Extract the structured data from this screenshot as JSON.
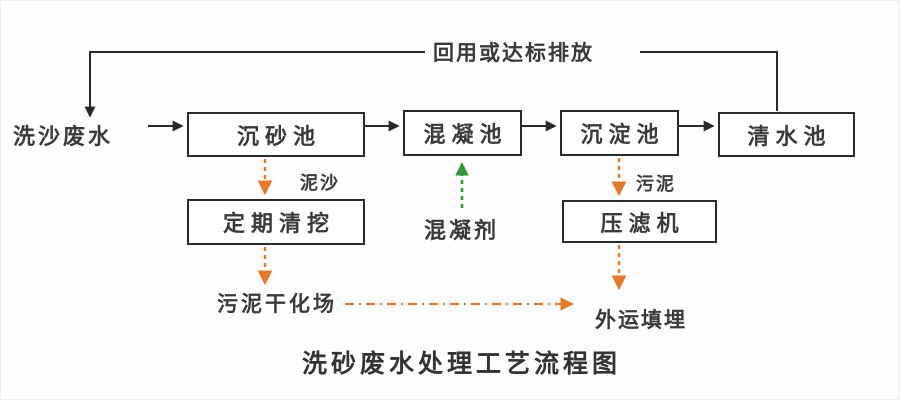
{
  "diagram": {
    "title": "洗砂废水处理工艺流程图",
    "influent_label": "洗沙废水",
    "recycle_label": "回用或达标排放"
  },
  "main_nodes": [
    {
      "id": "grit-chamber",
      "label": "沉砂池"
    },
    {
      "id": "coagulation-tank",
      "label": "混凝池"
    },
    {
      "id": "sedimentation-tank",
      "label": "沉淀池"
    },
    {
      "id": "clean-water-tank",
      "label": "清水池"
    }
  ],
  "sub_nodes": [
    {
      "id": "periodic-dredging",
      "label": "定期清挖"
    },
    {
      "id": "filter-press",
      "label": "压滤机"
    }
  ],
  "annotations": {
    "sediment": "泥沙",
    "sludge": "污泥",
    "coagulant": "混凝剂",
    "drying_field": "污泥干化场",
    "landfill": "外运填埋"
  },
  "colors": {
    "line_black": "#2a2a2a",
    "flow_orange": "#e8792b",
    "coagulant_green": "#2f9a32",
    "text": "#3a3a3a",
    "background": "#fdfdfd"
  }
}
